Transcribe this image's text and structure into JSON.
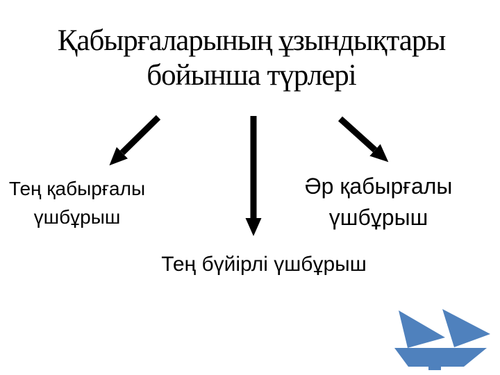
{
  "title": "Қабырғаларының ұзындықтары бойынша түрлері",
  "labels": {
    "left": "Тең қабырғалы үшбұрыш",
    "middle": "Тең бүйірлі үшбұрыш",
    "right": "Әр қабырғалы үшбұрыш"
  },
  "icons": {
    "arrow_left": "arrow-down-left-icon",
    "arrow_middle": "arrow-down-icon",
    "arrow_right": "arrow-down-right-icon",
    "logo": "sailboat-logo"
  },
  "colors": {
    "background": "#ffffff",
    "text": "#000000",
    "arrow": "#000000",
    "logo_blue": "#4f81bd"
  }
}
